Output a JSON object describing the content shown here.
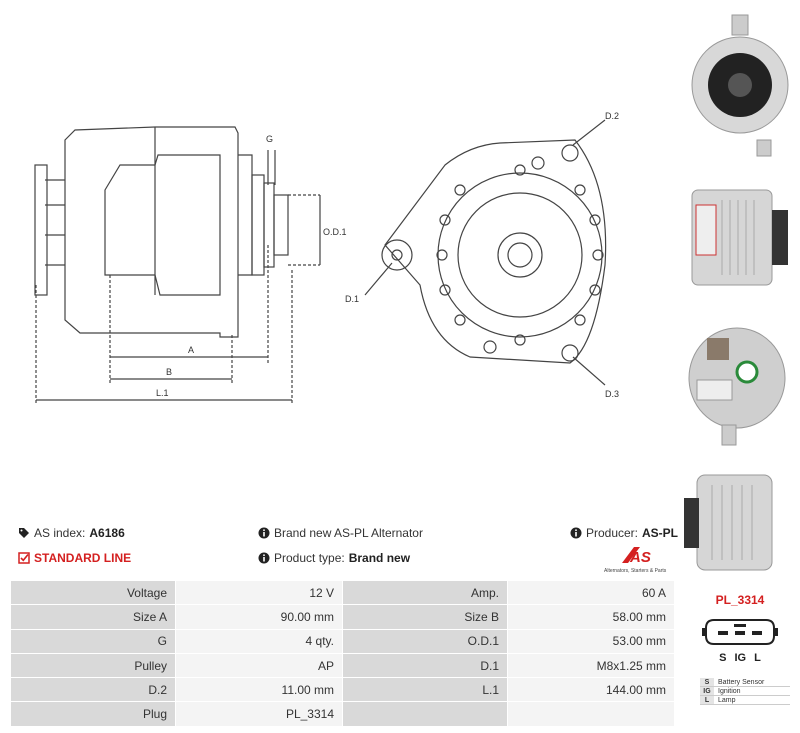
{
  "drawing": {
    "labels": {
      "g": "G",
      "od1": "O.D.1",
      "a": "A",
      "b": "B",
      "l1": "L.1",
      "d1": "D.1",
      "d2": "D.2",
      "d3": "D.3"
    }
  },
  "info": {
    "as_index_label": "AS index:",
    "as_index_value": "A6186",
    "description": "Brand new AS-PL Alternator",
    "producer_label": "Producer:",
    "producer_value": "AS-PL",
    "line": "STANDARD LINE",
    "product_type_label": "Product type:",
    "product_type_value": "Brand new"
  },
  "logo": {
    "text": "AS",
    "tagline": "Alternators, Starters & Parts"
  },
  "specs": [
    [
      "Voltage",
      "12 V",
      "Amp.",
      "60 A"
    ],
    [
      "Size A",
      "90.00 mm",
      "Size B",
      "58.00 mm"
    ],
    [
      "G",
      "4 qty.",
      "O.D.1",
      "53.00 mm"
    ],
    [
      "Pulley",
      "AP",
      "D.1",
      "M8x1.25 mm"
    ],
    [
      "D.2",
      "11.00 mm",
      "L.1",
      "144.00 mm"
    ],
    [
      "Plug",
      "PL_3314",
      "",
      ""
    ]
  ],
  "plug": {
    "title": "PL_3314",
    "pins": [
      "S",
      "IG",
      "L"
    ],
    "legend": [
      {
        "k": "S",
        "v": "Battery Sensor"
      },
      {
        "k": "IG",
        "v": "Ignition"
      },
      {
        "k": "L",
        "v": "Lamp"
      }
    ]
  }
}
